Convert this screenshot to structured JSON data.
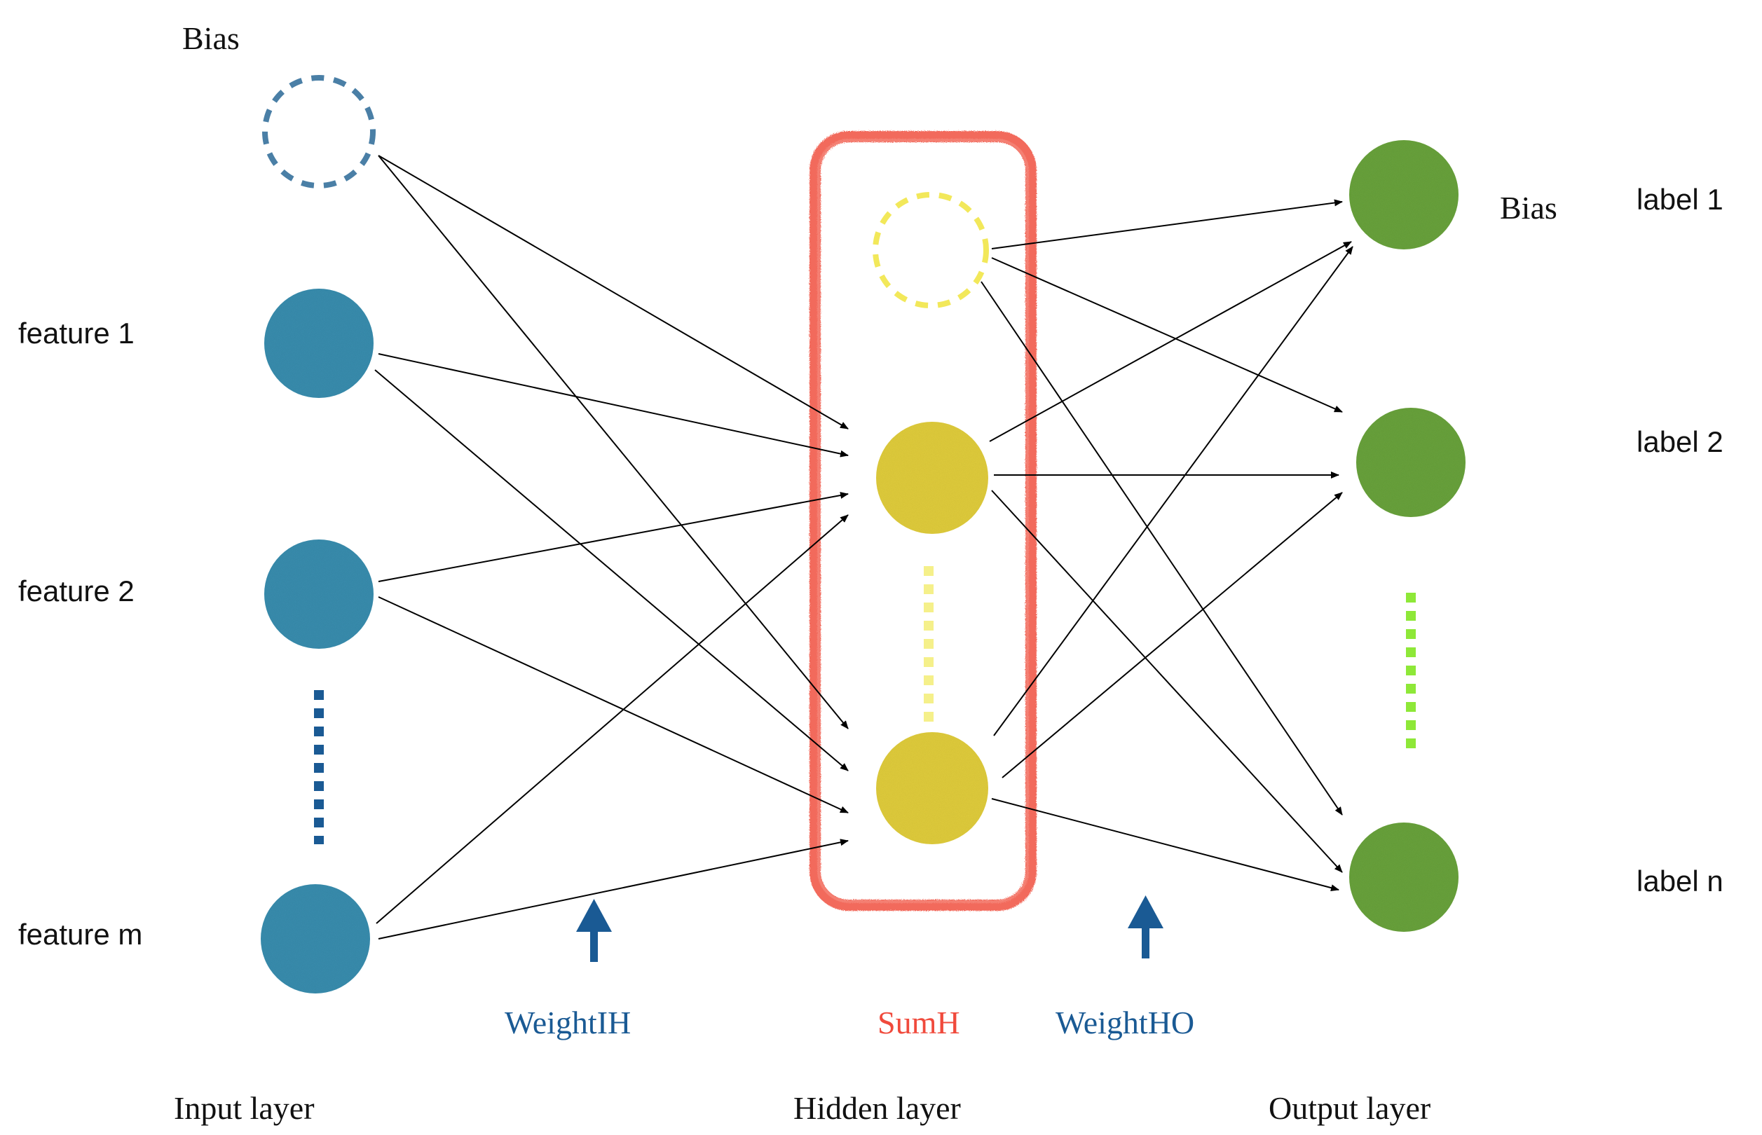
{
  "input_layer": {
    "title": "Input layer",
    "bias_label": "Bias",
    "features": [
      "feature 1",
      "feature 2",
      "feature m"
    ]
  },
  "hidden_layer": {
    "title": "Hidden layer",
    "sum_label": "SumH"
  },
  "output_layer": {
    "title": "Output layer",
    "bias_label": "Bias",
    "labels": [
      "label 1",
      "label 2",
      "label n"
    ]
  },
  "weights": {
    "input_hidden": "WeightIH",
    "hidden_output": "WeightHO"
  },
  "colors": {
    "input_node": "#3a8fb0",
    "hidden_node": "#e3cf3e",
    "output_node": "#6ba43c",
    "input_bias_stroke": "#4a7fa6",
    "hidden_bias_stroke": "#f2e85a",
    "hidden_box": "#f26a5c",
    "input_dots": "#1a5a94",
    "hidden_dots": "#f5f08a",
    "output_dots": "#8ee838",
    "weight_arrow": "#1a5a94"
  }
}
